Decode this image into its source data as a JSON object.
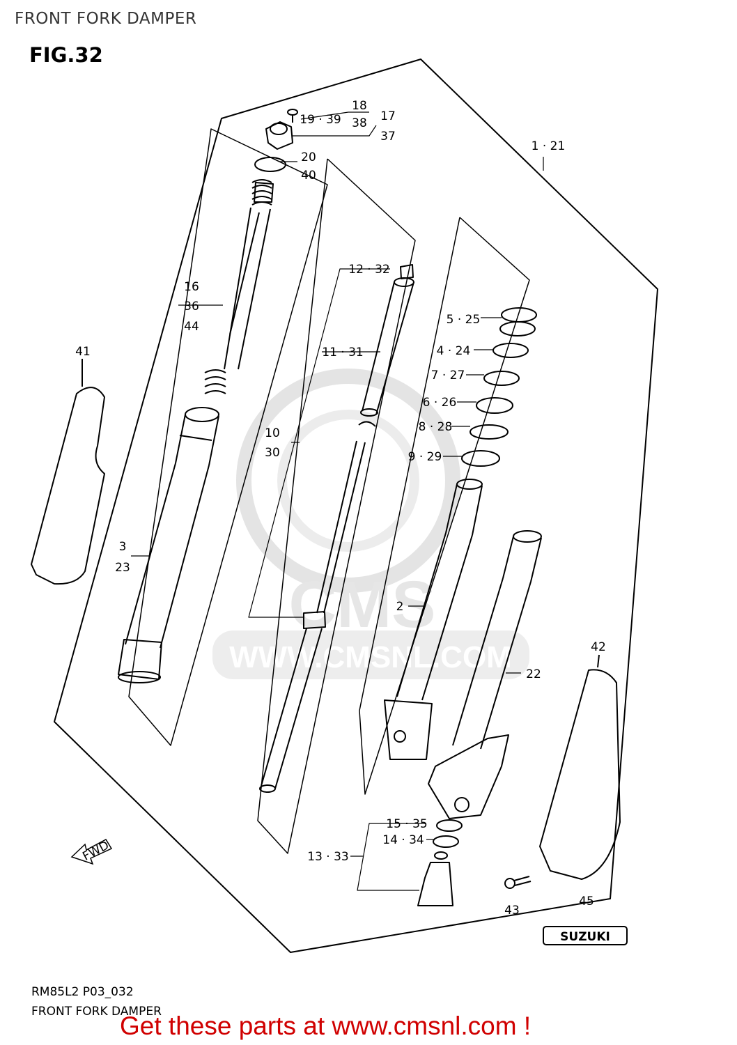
{
  "header": {
    "title": "FRONT FORK DAMPER"
  },
  "figure": {
    "label": "FIG.32"
  },
  "callouts": [
    {
      "id": "18",
      "text": "18"
    },
    {
      "id": "19-39",
      "text": "19 · 39"
    },
    {
      "id": "38",
      "text": "38"
    },
    {
      "id": "17",
      "text": "17"
    },
    {
      "id": "37",
      "text": "37"
    },
    {
      "id": "20",
      "text": "20"
    },
    {
      "id": "40",
      "text": "40"
    },
    {
      "id": "1-21",
      "text": "1 · 21"
    },
    {
      "id": "12-32",
      "text": "12 · 32"
    },
    {
      "id": "16",
      "text": "16"
    },
    {
      "id": "36",
      "text": "36"
    },
    {
      "id": "44",
      "text": "44"
    },
    {
      "id": "5-25",
      "text": "5 · 25"
    },
    {
      "id": "41",
      "text": "41"
    },
    {
      "id": "11-31",
      "text": "11 · 31"
    },
    {
      "id": "4-24",
      "text": "4 · 24"
    },
    {
      "id": "7-27",
      "text": "7 · 27"
    },
    {
      "id": "6-26",
      "text": "6 · 26"
    },
    {
      "id": "8-28",
      "text": "8 · 28"
    },
    {
      "id": "10",
      "text": "10"
    },
    {
      "id": "30",
      "text": "30"
    },
    {
      "id": "9-29",
      "text": "9 · 29"
    },
    {
      "id": "3",
      "text": "3"
    },
    {
      "id": "23",
      "text": "23"
    },
    {
      "id": "2",
      "text": "2"
    },
    {
      "id": "42",
      "text": "42"
    },
    {
      "id": "22",
      "text": "22"
    },
    {
      "id": "15-35",
      "text": "15 · 35"
    },
    {
      "id": "14-34",
      "text": "14 · 34"
    },
    {
      "id": "13-33",
      "text": "13 · 33"
    },
    {
      "id": "43",
      "text": "43"
    },
    {
      "id": "45",
      "text": "45"
    }
  ],
  "labels": {
    "fwd": "FWD",
    "suzuki_badge": "SUZUKI",
    "watermark_logo": "CMS",
    "watermark_url": "WWW.CMSNL.COM"
  },
  "footer": {
    "model_code": "RM85L2 P03_032",
    "title": "FRONT FORK DAMPER",
    "promo": "Get these parts at www.cmsnl.com !"
  },
  "colors": {
    "promo": "#d00000",
    "line": "#000000",
    "watermark": "#e6e6e6"
  }
}
